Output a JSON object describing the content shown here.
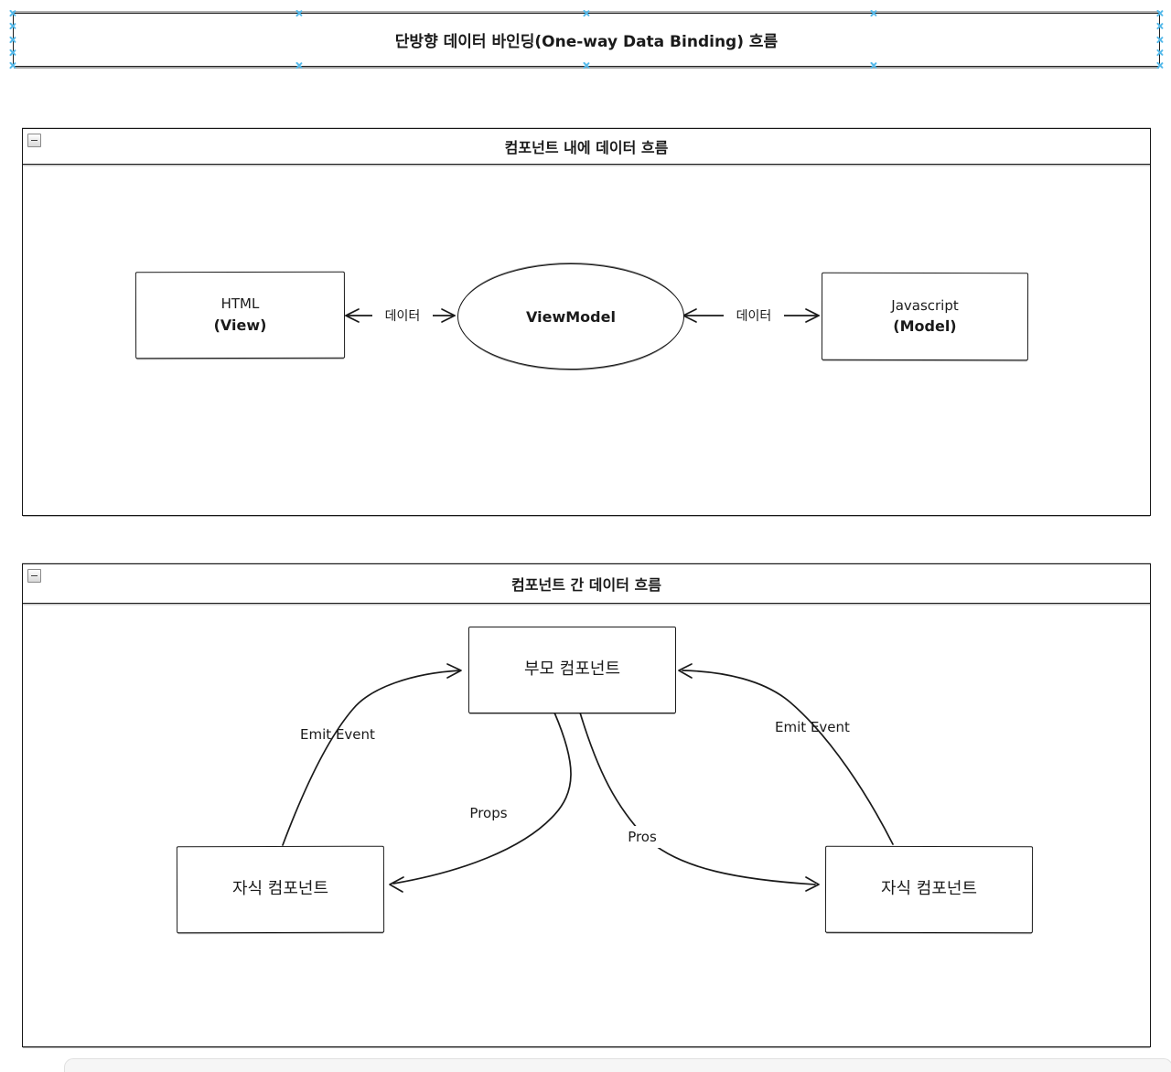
{
  "colors": {
    "ink": "#1a1a1a",
    "background": "#ffffff",
    "connection_point": "#55b9ea"
  },
  "title_bar": {
    "text": "단방향 데이터 바인딩(One-way Data Binding) 흐름"
  },
  "panel_internal": {
    "title": "컴포넌트 내에 데이터 흐름",
    "collapse_icon": "minus-square-icon",
    "nodes": {
      "view": {
        "line1": "HTML",
        "line2": "(View)"
      },
      "viewmodel": {
        "label": "ViewModel"
      },
      "model": {
        "line1": "Javascript",
        "line2": "(Model)"
      }
    },
    "edge_labels": {
      "view_viewmodel": "데이터",
      "viewmodel_model": "데이터"
    }
  },
  "panel_between": {
    "title": "컴포넌트 간 데이터 흐름",
    "collapse_icon": "minus-square-icon",
    "nodes": {
      "parent": "부모 컴포넌트",
      "child_left": "자식 컴포넌트",
      "child_right": "자식 컴포넌트"
    },
    "edge_labels": {
      "emit_left": "Emit Event",
      "props_left": "Props",
      "props_right": "Pros",
      "emit_right": "Emit Event"
    }
  }
}
